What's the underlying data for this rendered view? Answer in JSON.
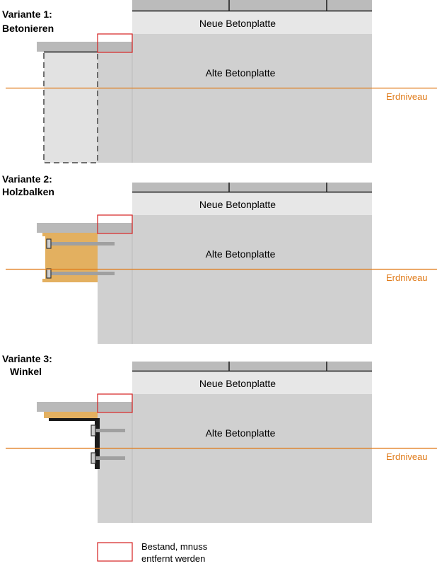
{
  "colors": {
    "old_slab": "#d0d0d0",
    "new_slab": "#e7e7e7",
    "top_strip": "#bbbbbb",
    "ledge": "#b9b9b9",
    "light_fill": "#e2e2e2",
    "wood": "#e3b060",
    "ground_line": "#e07b1a",
    "remove_box": "#d42020",
    "steel": "#1a1a1a",
    "bolt": "#a0a0a0"
  },
  "labels": {
    "new_slab": "Neue Betonplatte",
    "old_slab": "Alte Betonplatte",
    "ground": "Erdniveau"
  },
  "variants": [
    {
      "id": "v1",
      "type": "betonieren",
      "title_line1": "Variante 1:",
      "title_line2": "Betonieren"
    },
    {
      "id": "v2",
      "type": "holzbalken",
      "title_line1": "Variante 2:",
      "title_line2": "Holzbalken"
    },
    {
      "id": "v3",
      "type": "winkel",
      "title_line1": "Variante 3:",
      "title_line2": "Winkel"
    }
  ],
  "legend": {
    "line1": "Bestand, mnuss",
    "line2": "entfernt werden"
  }
}
